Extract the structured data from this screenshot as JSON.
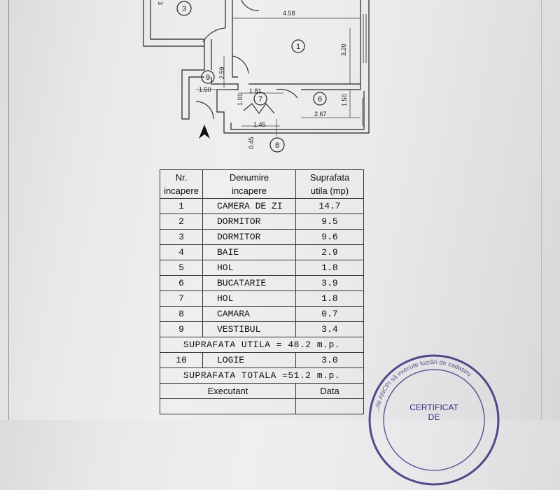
{
  "plan": {
    "dims": {
      "d458": "4.58",
      "d320": "3.20",
      "d259": "2.59",
      "d150a": "1.50",
      "d181": "1.81",
      "d101": "1.01",
      "d267": "2.67",
      "d150b": "1.50",
      "d145": "1.45",
      "d045": "0.45",
      "d3": "3"
    },
    "room_markers": {
      "r1": "1",
      "r3": "3",
      "r6": "6",
      "r7": "7",
      "r8": "8",
      "r9": "9"
    }
  },
  "table": {
    "headers": {
      "nr_line1": "Nr.",
      "nr_line2": "incapere",
      "den_line1": "Denumire",
      "den_line2": "incapere",
      "sup_line1": "Suprafata",
      "sup_line2": "utila (mp)"
    },
    "rows": [
      {
        "nr": "1",
        "name": "CAMERA DE ZI",
        "area": "14.7"
      },
      {
        "nr": "2",
        "name": "DORMITOR",
        "area": "9.5"
      },
      {
        "nr": "3",
        "name": "DORMITOR",
        "area": "9.6"
      },
      {
        "nr": "4",
        "name": "BAIE",
        "area": "2.9"
      },
      {
        "nr": "5",
        "name": "HOL",
        "area": "1.8"
      },
      {
        "nr": "6",
        "name": "BUCATARIE",
        "area": "3.9"
      },
      {
        "nr": "7",
        "name": "HOL",
        "area": "1.8"
      },
      {
        "nr": "8",
        "name": "CAMARA",
        "area": "0.7"
      },
      {
        "nr": "9",
        "name": "VESTIBUL",
        "area": "3.4"
      }
    ],
    "suprafata_utila": "SUPRAFATA UTILA = 48.2 m.p.",
    "extra_row": {
      "nr": "10",
      "name": "LOGIE",
      "area": "3.0"
    },
    "suprafata_totala": "SUPRAFATA TOTALA =51.2 m.p.",
    "executant": "Executant",
    "data": "Data"
  },
  "stamp": {
    "title": "CERTIFICAT",
    "sub": "DE",
    "ring_text": "...de ANCPI să execute lucrări de cadastru"
  }
}
